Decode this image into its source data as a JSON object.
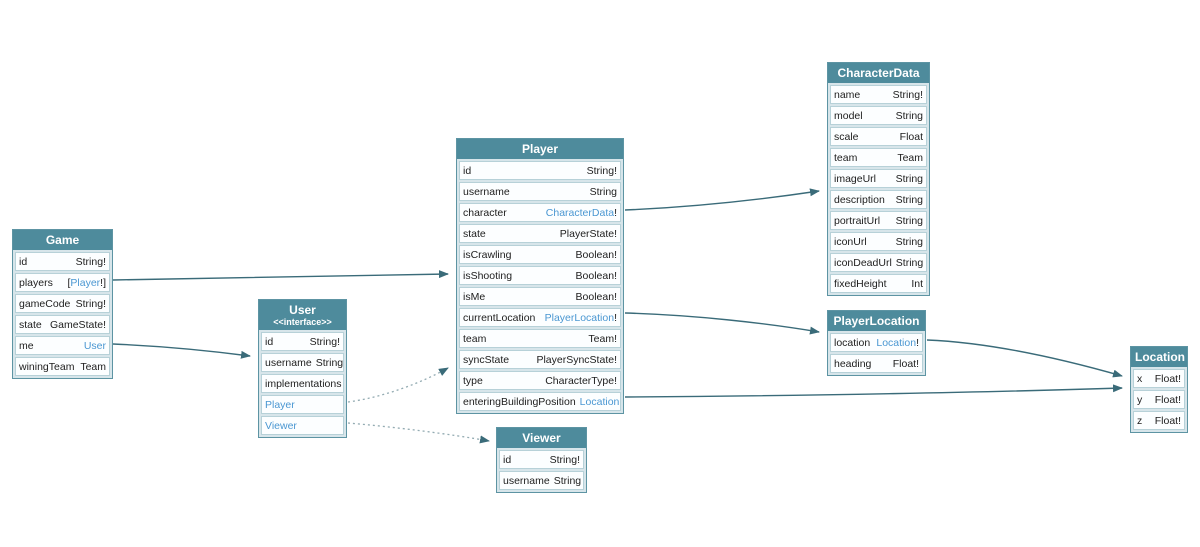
{
  "diagram_type": "graphql-schema-diagram",
  "colors": {
    "canvas_bg": "#ffffff",
    "header_bg": "#4e8b9c",
    "header_text": "#ffffff",
    "row_bg": "#fcfeff",
    "row_border": "#b7d1d8",
    "node_border": "#5d94a3",
    "node_gap_bg": "#d7e5ea",
    "field_text": "#1d1d1d",
    "type_link": "#4a97d2",
    "edge_solid": "#3a6b79",
    "edge_dotted": "#93abb2"
  },
  "tables": {
    "game": {
      "title": "Game",
      "subtitle": "",
      "fields": [
        {
          "name": "id",
          "pre": "",
          "link": "",
          "post": "String!"
        },
        {
          "name": "players",
          "pre": "[",
          "link": "Player",
          "post": "!]"
        },
        {
          "name": "gameCode",
          "pre": "",
          "link": "",
          "post": "String!"
        },
        {
          "name": "state",
          "pre": "",
          "link": "",
          "post": "GameState!"
        },
        {
          "name": "me",
          "pre": "",
          "link": "User",
          "post": ""
        },
        {
          "name": "winingTeam",
          "pre": "",
          "link": "",
          "post": "Team"
        }
      ]
    },
    "user": {
      "title": "User",
      "subtitle": "<<interface>>",
      "fields": [
        {
          "name": "id",
          "pre": "",
          "link": "",
          "post": "String!"
        },
        {
          "name": "username",
          "pre": "",
          "link": "",
          "post": "String"
        },
        {
          "name": "implementations",
          "pre": "",
          "link": "",
          "post": ""
        },
        {
          "name": "Player",
          "pre": "",
          "link": "",
          "post": ""
        },
        {
          "name": "Viewer",
          "pre": "",
          "link": "",
          "post": ""
        }
      ]
    },
    "player": {
      "title": "Player",
      "subtitle": "",
      "fields": [
        {
          "name": "id",
          "pre": "",
          "link": "",
          "post": "String!"
        },
        {
          "name": "username",
          "pre": "",
          "link": "",
          "post": "String"
        },
        {
          "name": "character",
          "pre": "",
          "link": "CharacterData",
          "post": "!"
        },
        {
          "name": "state",
          "pre": "",
          "link": "",
          "post": "PlayerState!"
        },
        {
          "name": "isCrawling",
          "pre": "",
          "link": "",
          "post": "Boolean!"
        },
        {
          "name": "isShooting",
          "pre": "",
          "link": "",
          "post": "Boolean!"
        },
        {
          "name": "isMe",
          "pre": "",
          "link": "",
          "post": "Boolean!"
        },
        {
          "name": "currentLocation",
          "pre": "",
          "link": "PlayerLocation",
          "post": "!"
        },
        {
          "name": "team",
          "pre": "",
          "link": "",
          "post": "Team!"
        },
        {
          "name": "syncState",
          "pre": "",
          "link": "",
          "post": "PlayerSyncState!"
        },
        {
          "name": "type",
          "pre": "",
          "link": "",
          "post": "CharacterType!"
        },
        {
          "name": "enteringBuildingPosition",
          "pre": "",
          "link": "Location",
          "post": ""
        }
      ]
    },
    "viewer": {
      "title": "Viewer",
      "subtitle": "",
      "fields": [
        {
          "name": "id",
          "pre": "",
          "link": "",
          "post": "String!"
        },
        {
          "name": "username",
          "pre": "",
          "link": "",
          "post": "String"
        }
      ]
    },
    "characterdata": {
      "title": "CharacterData",
      "subtitle": "",
      "fields": [
        {
          "name": "name",
          "pre": "",
          "link": "",
          "post": "String!"
        },
        {
          "name": "model",
          "pre": "",
          "link": "",
          "post": "String"
        },
        {
          "name": "scale",
          "pre": "",
          "link": "",
          "post": "Float"
        },
        {
          "name": "team",
          "pre": "",
          "link": "",
          "post": "Team"
        },
        {
          "name": "imageUrl",
          "pre": "",
          "link": "",
          "post": "String"
        },
        {
          "name": "description",
          "pre": "",
          "link": "",
          "post": "String"
        },
        {
          "name": "portraitUrl",
          "pre": "",
          "link": "",
          "post": "String"
        },
        {
          "name": "iconUrl",
          "pre": "",
          "link": "",
          "post": "String"
        },
        {
          "name": "iconDeadUrl",
          "pre": "",
          "link": "",
          "post": "String"
        },
        {
          "name": "fixedHeight",
          "pre": "",
          "link": "",
          "post": "Int"
        }
      ]
    },
    "playerlocation": {
      "title": "PlayerLocation",
      "subtitle": "",
      "fields": [
        {
          "name": "location",
          "pre": "",
          "link": "Location",
          "post": "!"
        },
        {
          "name": "heading",
          "pre": "",
          "link": "",
          "post": "Float!"
        }
      ]
    },
    "location": {
      "title": "Location",
      "subtitle": "",
      "fields": [
        {
          "name": "x",
          "pre": "",
          "link": "",
          "post": "Float!"
        },
        {
          "name": "y",
          "pre": "",
          "link": "",
          "post": "Float!"
        },
        {
          "name": "z",
          "pre": "",
          "link": "",
          "post": "Float!"
        }
      ]
    }
  },
  "edges": [
    {
      "from": "Game.players",
      "to": "Player",
      "style": "solid",
      "kind": "reference"
    },
    {
      "from": "Game.me",
      "to": "User",
      "style": "solid",
      "kind": "reference"
    },
    {
      "from": "User",
      "to": "Player",
      "style": "dotted",
      "kind": "implementation"
    },
    {
      "from": "User",
      "to": "Viewer",
      "style": "dotted",
      "kind": "implementation"
    },
    {
      "from": "Player.character",
      "to": "CharacterData",
      "style": "solid",
      "kind": "reference"
    },
    {
      "from": "Player.currentLocation",
      "to": "PlayerLocation",
      "style": "solid",
      "kind": "reference"
    },
    {
      "from": "Player.enteringBuildingPosition",
      "to": "Location",
      "style": "solid",
      "kind": "reference"
    },
    {
      "from": "PlayerLocation.location",
      "to": "Location",
      "style": "solid",
      "kind": "reference"
    }
  ]
}
